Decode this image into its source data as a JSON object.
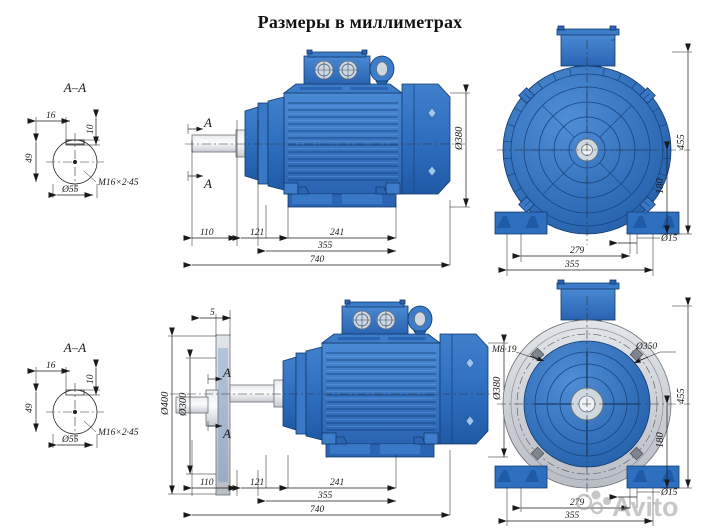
{
  "title": "Размеры в миллиметрах",
  "colors": {
    "body_blue": "#2f6fc0",
    "body_blue_dark": "#1f5aa6",
    "body_blue_light": "#4a8ad4",
    "fin_shadow": "#17447f",
    "flange_gray": "#c9ccd1",
    "line": "#1a1a1a",
    "watermark": "#9a9a9a"
  },
  "section_label": "A–A",
  "section_mark": "A",
  "views": {
    "top": {
      "section": {
        "label": "A–A",
        "dims": {
          "key_width": "16",
          "key_offset": "10",
          "key_height": "49",
          "shaft_dia": "Ø55",
          "thread": "M16×2·45"
        }
      },
      "side": {
        "dims": {
          "shaft_len": "110",
          "flange_to_foot": "121",
          "foot_span": "241",
          "mid_len": "355",
          "overall_len": "740",
          "height_dia": "Ø380"
        },
        "marks": [
          "A",
          "A"
        ]
      },
      "front": {
        "dims": {
          "overall_height": "455",
          "shaft_height": "180",
          "foot_hole": "Ø15",
          "foot_span": "279",
          "foot_width": "355"
        }
      }
    },
    "bottom": {
      "section": {
        "label": "A–A",
        "dims": {
          "key_width": "16",
          "key_offset": "10",
          "key_height": "49",
          "shaft_dia": "Ø55",
          "thread": "M16×2·45"
        }
      },
      "side": {
        "dims": {
          "flange_thk": "5",
          "flange_od": "Ø400",
          "spigot_dia": "Ø300",
          "shaft_len": "110",
          "flange_to_foot": "121",
          "foot_span": "241",
          "mid_len": "355",
          "overall_len": "740",
          "height_dia": "Ø380"
        },
        "marks": [
          "A",
          "A"
        ]
      },
      "front": {
        "dims": {
          "bolt_thread": "M8·19",
          "bolt_circle": "Ø350",
          "overall_height": "455",
          "shaft_height": "180",
          "foot_hole": "Ø15",
          "foot_span": "279",
          "foot_width": "355"
        }
      }
    }
  },
  "watermark": {
    "text": "Avito"
  }
}
